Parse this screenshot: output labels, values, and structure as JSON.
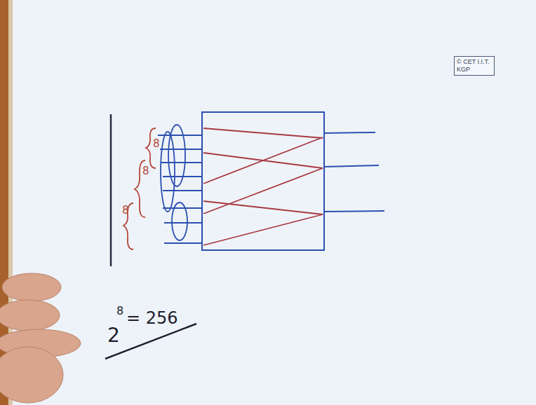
{
  "diagram": {
    "nodes": [
      {
        "text": [
          "© CET I.I.T. KGP"
        ]
      }
    ],
    "labels": [
      "8",
      "8",
      "8",
      "2",
      "8",
      "= 256"
    ]
  }
}
